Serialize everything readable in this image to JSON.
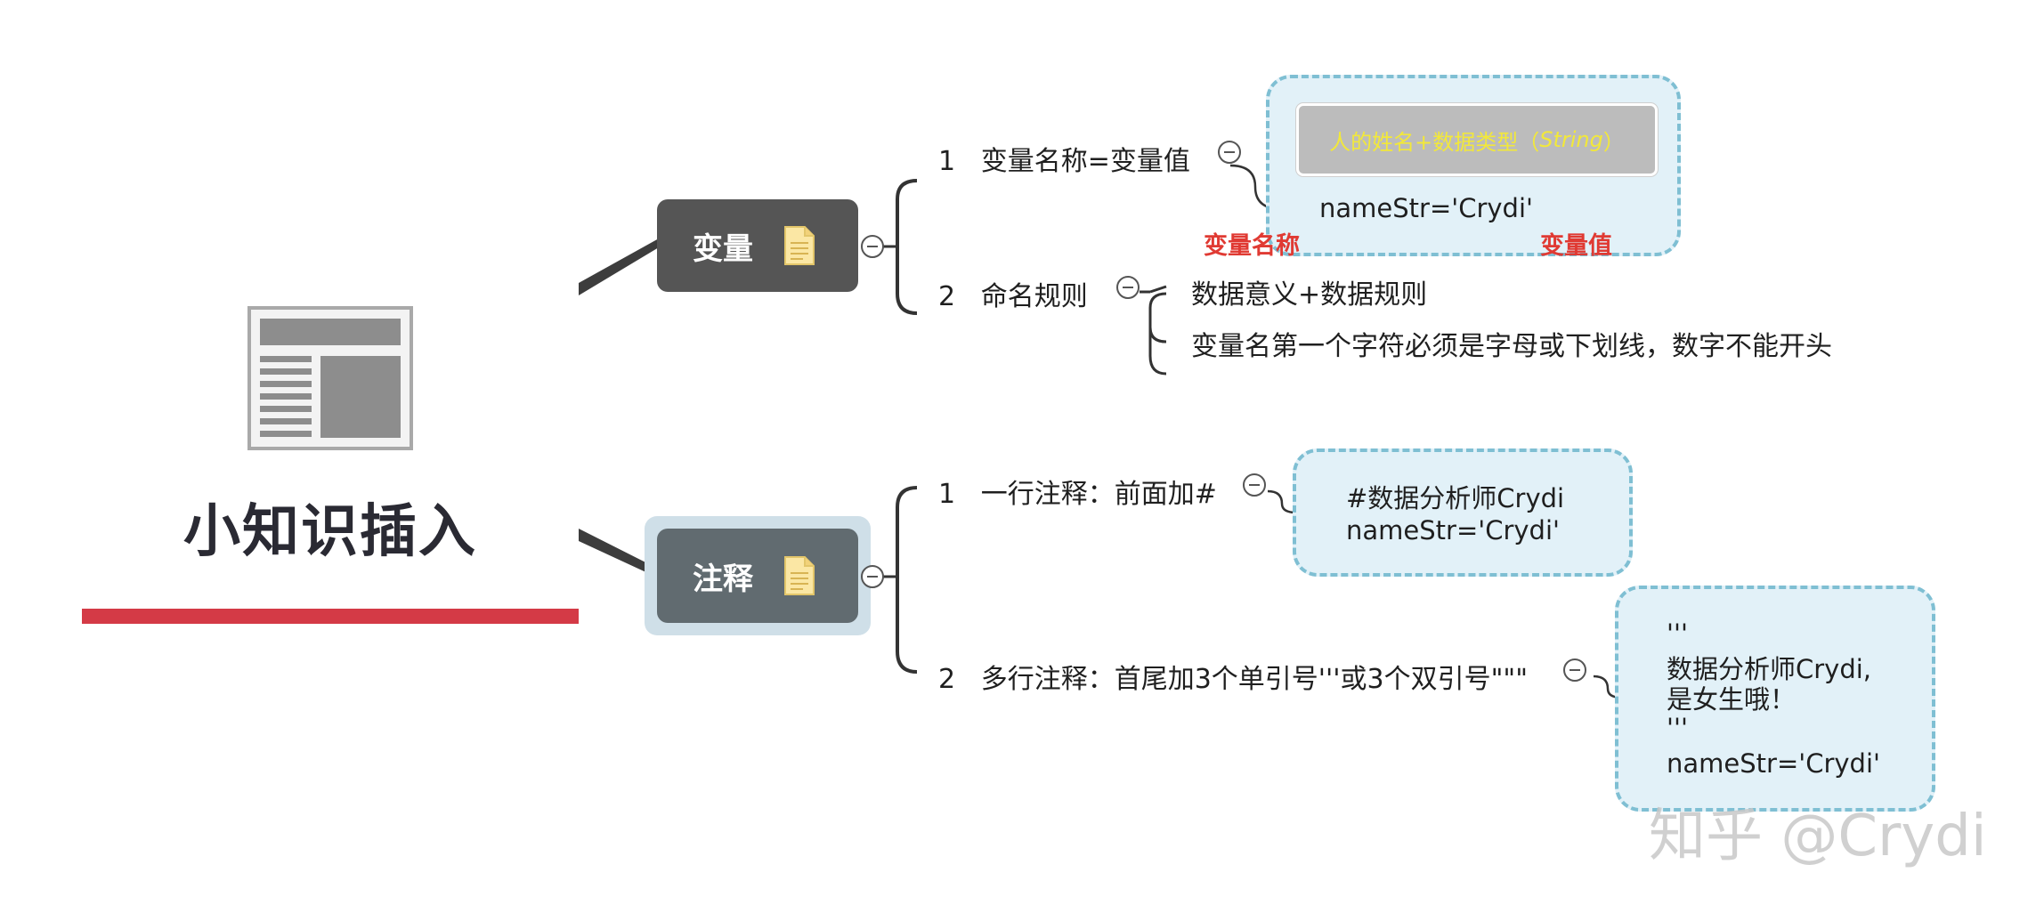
{
  "root": {
    "title": "小知识插入"
  },
  "variable": {
    "label": "变量",
    "items": [
      {
        "num": "1",
        "text": "变量名称=变量值"
      },
      {
        "num": "2",
        "text": "命名规则"
      }
    ],
    "callout": {
      "box_text": "人的姓名+数据类型（",
      "box_text_italic": "String",
      "box_text_end": "）",
      "code": "nameStr='Crydi'",
      "left_label": "变量名称",
      "right_label": "变量值"
    },
    "naming_rules": [
      "数据意义+数据规则",
      "变量名第一个字符必须是字母或下划线，数字不能开头"
    ]
  },
  "comment": {
    "label": "注释",
    "items": [
      {
        "num": "1",
        "text": "一行注释：前面加#"
      },
      {
        "num": "2",
        "text": "多行注释：首尾加3个单引号'''或3个双引号\"\"\""
      }
    ],
    "single_callout": [
      "#数据分析师Crydi",
      "nameStr='Crydi'"
    ],
    "multi_callout": [
      "'''",
      "数据分析师Crydi,",
      "是女生哦！",
      "'''",
      "nameStr='Crydi'"
    ]
  },
  "watermark": "知乎 @Crydi",
  "colors": {
    "accent_red": "#d43a46",
    "variable_topic": "#555555",
    "comment_topic": "#616b70",
    "callout_bg": "#e2f1f8",
    "callout_border": "#7fbfd3",
    "arrow_red": "#e03a33",
    "box_text_yellow": "#f2e83a"
  },
  "icons": [
    "newspaper-icon",
    "document-icon",
    "collapse-icon",
    "arrow-icon"
  ]
}
